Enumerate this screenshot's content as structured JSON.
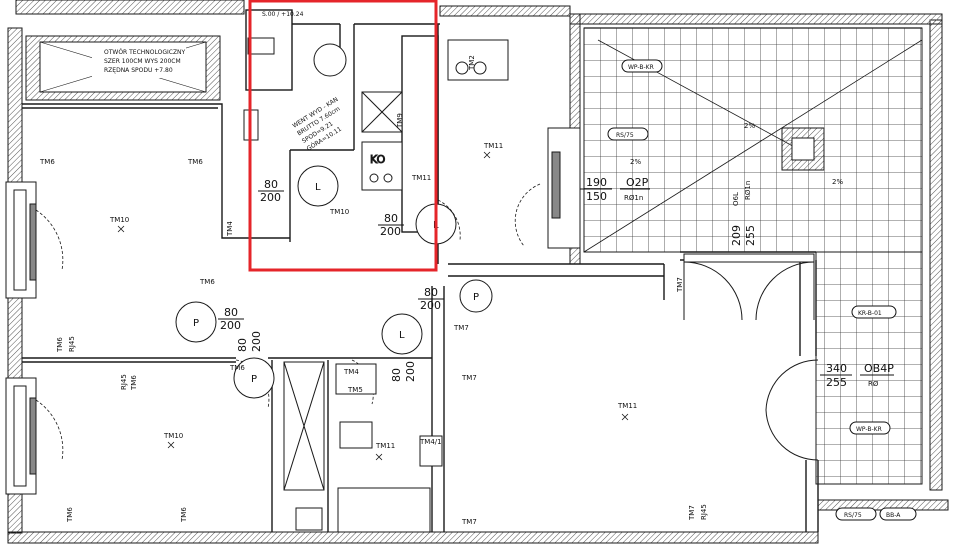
{
  "labels": {
    "technical_channel": [
      "OTWÓR TECHNOLOGICZNY",
      "SZER 100CM WYS 200CM",
      "RZĘDNA SPODU +7.80"
    ],
    "top_code": "S.00 / +10.24",
    "vent": [
      "WENT WYD - KAN",
      "BRUTTO 7.60cm",
      "SPOD=9.21",
      "GÓRA=10.11"
    ],
    "door_80_200": [
      "80",
      "200"
    ],
    "door_80_200_vertical": [
      "80",
      "200"
    ],
    "window_190_150": [
      "190",
      "150"
    ],
    "window_340_255": [
      "340",
      "255"
    ],
    "window_209_255": [
      "209",
      "255"
    ],
    "glass_02p": [
      "O2P",
      "RØ1n"
    ],
    "glass_06p": [
      "OB4P",
      "RØ"
    ],
    "o6l": "O6L",
    "rb_tag": "RØ1n",
    "rs75_a": "RS/75",
    "rs75_b": "RS/75",
    "bb_a": "BB-A",
    "kr_b_01": "KR-B-01",
    "wp_b_kr_top": "WP-B-KR",
    "wp_b_kr_bottom": "WP-B-KR",
    "angle_a": "2%",
    "angle_b": "2%",
    "angle_c": "2%",
    "tm_labels": {
      "tm6": "TM6",
      "tm7": "TM7",
      "tm10": "TM10",
      "tm11": "TM11",
      "tm4": "TM4",
      "tm5": "TM5",
      "tm2": "TM2",
      "tm9": "TM9",
      "rj45": "RJ45",
      "tm41": "TM4/1"
    },
    "ko": "KO",
    "pin_p": "P",
    "pin_l": "L"
  },
  "highlight": {
    "color": "#e5252a",
    "purpose": "selection"
  },
  "colors": {
    "line": "#1a1a1a",
    "wall_hatch": "#555555",
    "grid": "#333333"
  }
}
